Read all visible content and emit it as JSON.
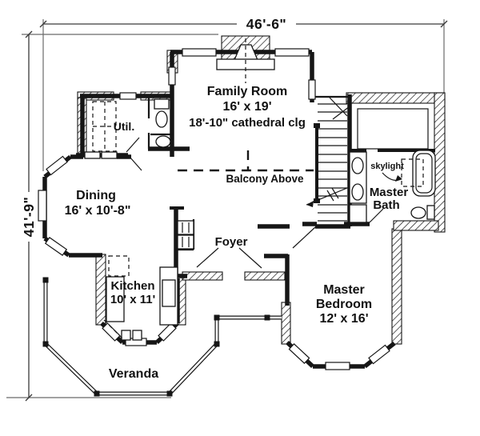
{
  "page": {
    "background": "#ffffff",
    "ink": "#161616"
  },
  "dimensions": {
    "width_label": "46'-6\"",
    "height_label": "41'-9\""
  },
  "rooms": {
    "family_room": {
      "name": "Family Room",
      "size": "16' x 19'",
      "ceiling": "18'-10\" cathedral clg"
    },
    "utility": {
      "name": "Util."
    },
    "dining": {
      "name": "Dining",
      "size": "16' x 10'-8\""
    },
    "kitchen": {
      "name": "Kitchen",
      "size": "10' x 11'"
    },
    "foyer": {
      "name": "Foyer"
    },
    "balcony": {
      "name": "Balcony Above"
    },
    "master_bath": {
      "line1": "Master",
      "line2": "Bath"
    },
    "skylight": {
      "name": "skylight"
    },
    "master_bedroom": {
      "line1": "Master",
      "line2": "Bedroom",
      "size": "12' x 16'"
    },
    "veranda": {
      "name": "Veranda"
    }
  }
}
